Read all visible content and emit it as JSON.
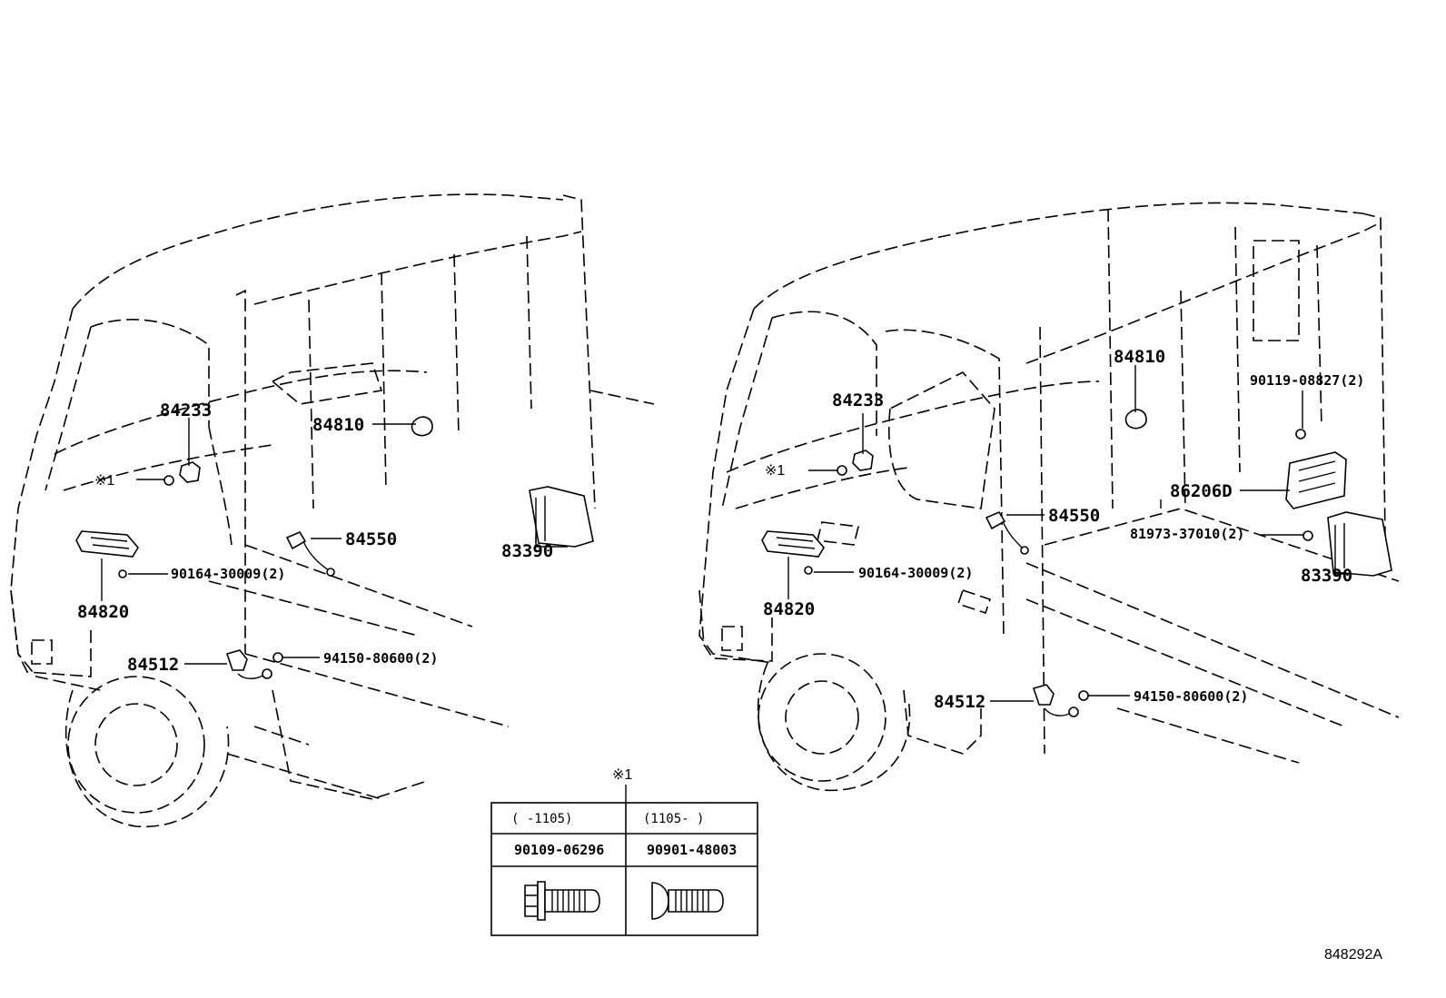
{
  "labels": {
    "left": {
      "p84233": "84233",
      "p84810": "84810",
      "mark1": "※1",
      "p84550": "84550",
      "p83390": "83390",
      "p90164": "90164-30009(2)",
      "p84820": "84820",
      "p84512": "84512",
      "p94150": "94150-80600(2)"
    },
    "right": {
      "p84810": "84810",
      "p90119": "90119-08827(2)",
      "p84233": "84233",
      "mark1": "※1",
      "p86206d": "86206D",
      "p84550": "84550",
      "p81973": "81973-37010(2)",
      "p83390": "83390",
      "p90164": "90164-30009(2)",
      "p84820": "84820",
      "p84512": "84512",
      "p94150": "94150-80600(2)"
    }
  },
  "legend_table": {
    "marker": "※1",
    "columns": [
      {
        "range": "(    -1105)",
        "part_no": "90109-06296",
        "icon": "flange-bolt-icon"
      },
      {
        "range": "(1105-    )",
        "part_no": "90901-48003",
        "icon": "pan-head-bolt-icon"
      }
    ]
  },
  "figure_ref": "848292A"
}
